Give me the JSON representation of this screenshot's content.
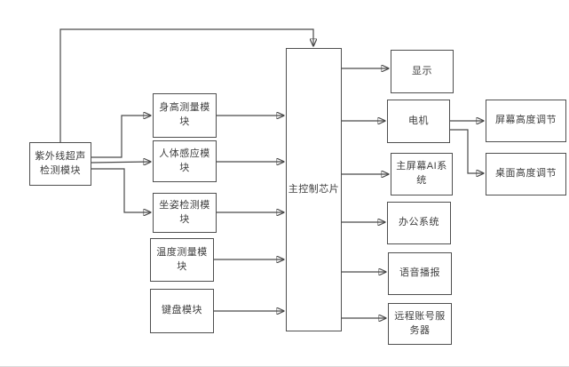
{
  "diagram": {
    "type": "flowchart",
    "nodes": {
      "uv_ultrasonic": {
        "label": "紫外线超声检测模块"
      },
      "height_measure": {
        "label": "身高测量模块"
      },
      "body_sense": {
        "label": "人体感应模块"
      },
      "posture_detect": {
        "label": "坐姿检测模块"
      },
      "temperature": {
        "label": "温度测量模块"
      },
      "keyboard": {
        "label": "键盘模块"
      },
      "main_chip": {
        "label": "主控制芯片"
      },
      "display": {
        "label": "显示"
      },
      "motor": {
        "label": "电机"
      },
      "main_screen_ai": {
        "label": "主屏幕AI系统"
      },
      "office_system": {
        "label": "办公系统"
      },
      "voice_broadcast": {
        "label": "语音播报"
      },
      "remote_account": {
        "label": "远程账号服务器"
      },
      "screen_height": {
        "label": "屏幕高度调节"
      },
      "desk_height": {
        "label": "桌面高度调节"
      }
    },
    "edges": [
      {
        "from": "uv_ultrasonic",
        "to": "main_chip"
      },
      {
        "from": "uv_ultrasonic",
        "to": "height_measure"
      },
      {
        "from": "uv_ultrasonic",
        "to": "body_sense"
      },
      {
        "from": "uv_ultrasonic",
        "to": "posture_detect"
      },
      {
        "from": "height_measure",
        "to": "main_chip"
      },
      {
        "from": "body_sense",
        "to": "main_chip"
      },
      {
        "from": "posture_detect",
        "to": "main_chip"
      },
      {
        "from": "temperature",
        "to": "main_chip"
      },
      {
        "from": "keyboard",
        "to": "main_chip"
      },
      {
        "from": "main_chip",
        "to": "display"
      },
      {
        "from": "main_chip",
        "to": "motor"
      },
      {
        "from": "main_chip",
        "to": "main_screen_ai"
      },
      {
        "from": "main_chip",
        "to": "office_system"
      },
      {
        "from": "main_chip",
        "to": "voice_broadcast"
      },
      {
        "from": "main_chip",
        "to": "remote_account"
      },
      {
        "from": "motor",
        "to": "screen_height"
      },
      {
        "from": "motor",
        "to": "desk_height"
      }
    ],
    "colors": {
      "line": "#4a4a4a",
      "box_border": "#4f4f4f",
      "text": "#3d3d3d",
      "background": "#ffffff"
    }
  }
}
